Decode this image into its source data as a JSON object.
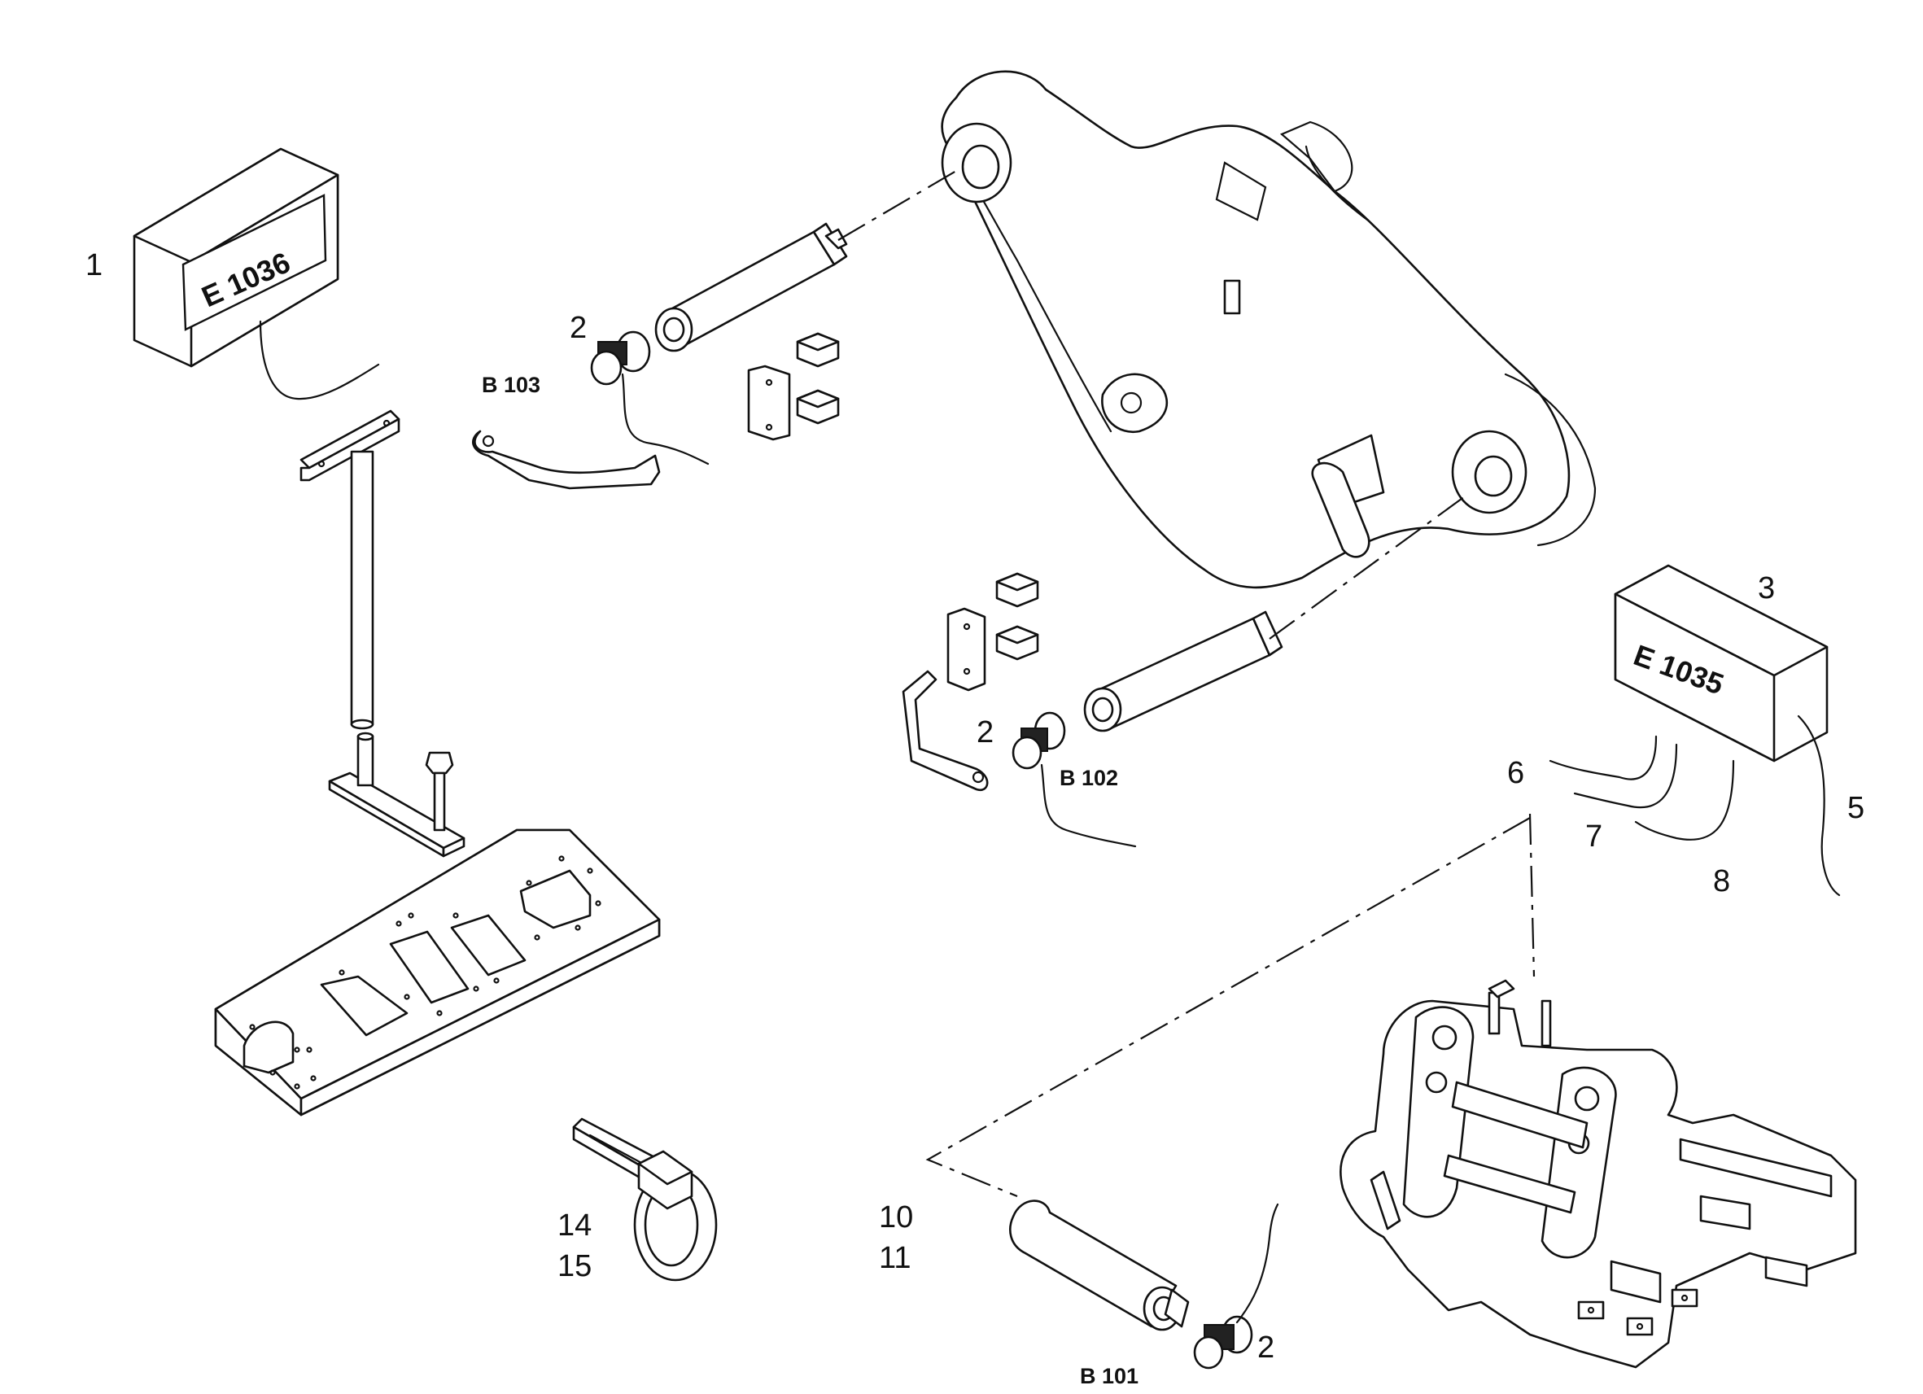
{
  "callouts": {
    "c1": "1",
    "c2_top": "2",
    "c2_mid": "2",
    "c2_bottom": "2",
    "c3": "3",
    "c5": "5",
    "c6": "6",
    "c7": "7",
    "c8": "8",
    "c10": "10",
    "c11": "11",
    "c14": "14",
    "c15": "15"
  },
  "sensor_codes": {
    "b103": "B 103",
    "b102": "B 102",
    "b101": "B 101"
  },
  "control_units": {
    "e1036": "E 1036",
    "e1035": "E 1035"
  }
}
